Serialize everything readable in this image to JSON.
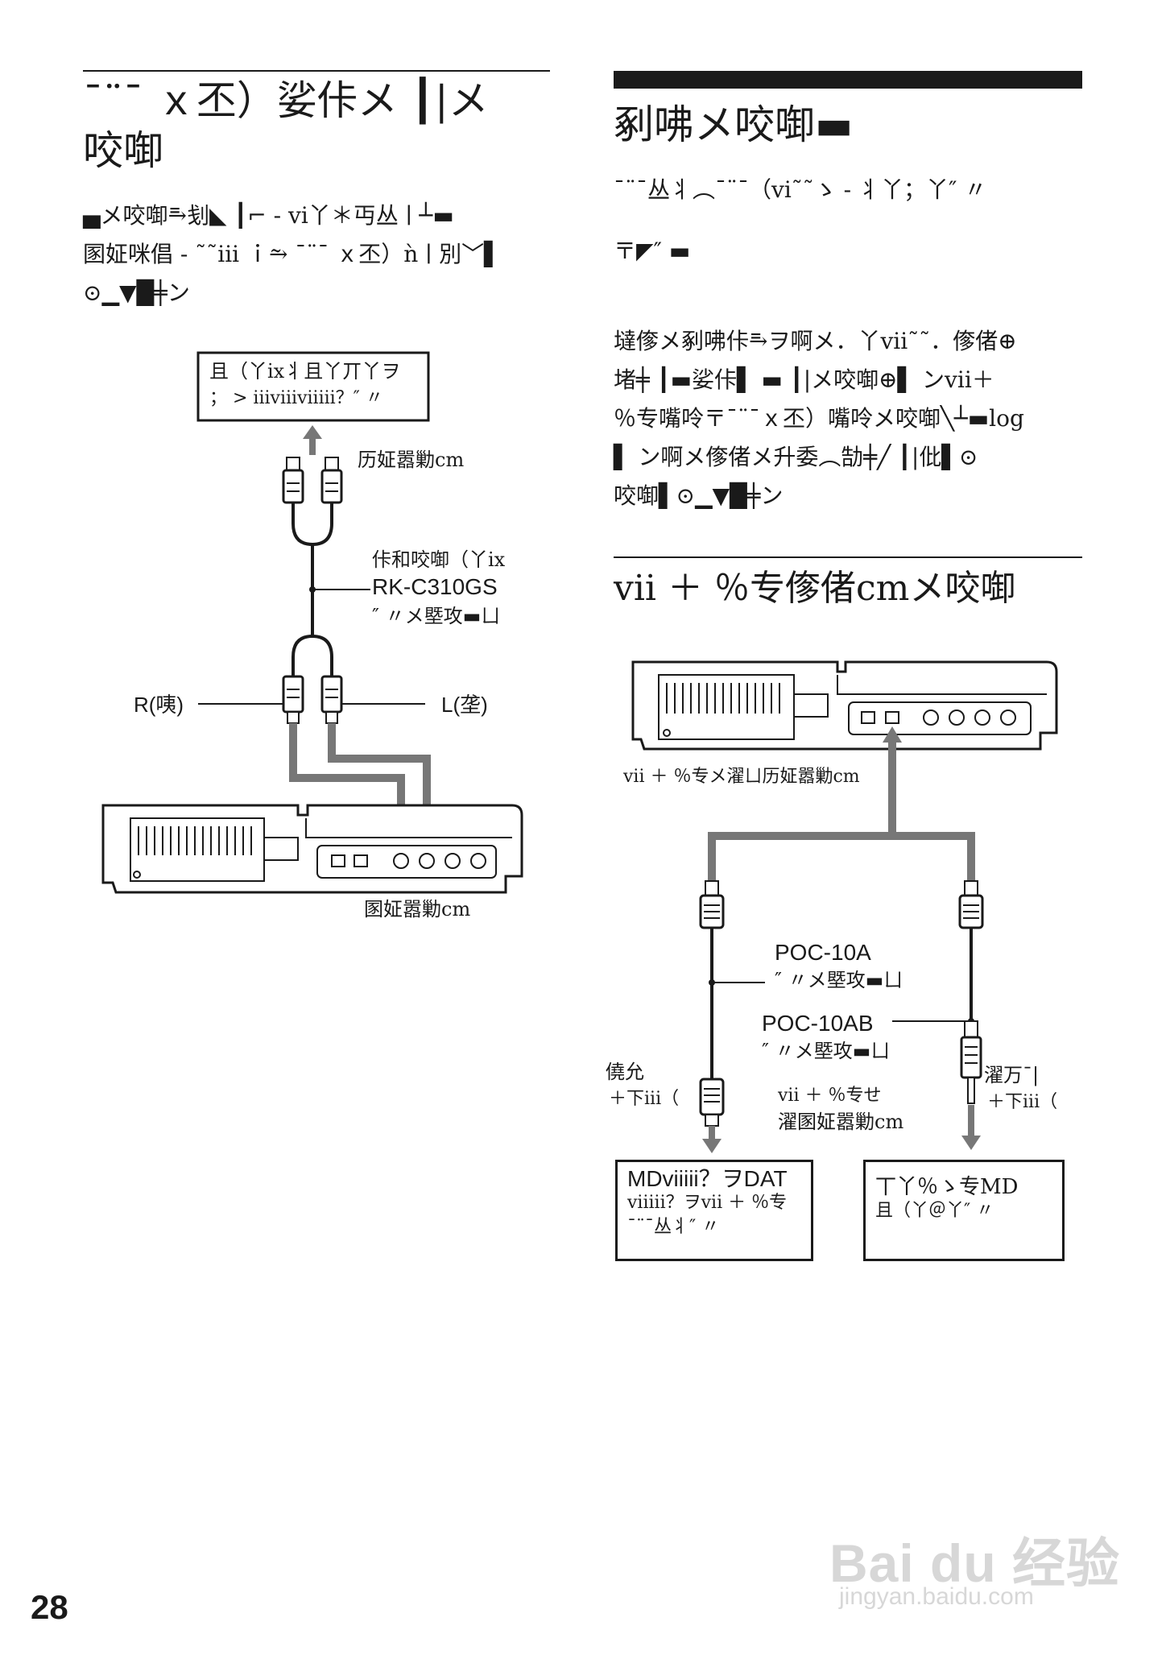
{
  "left_section": {
    "title_line1": "¯¨¯ ｘ丕）娑佧メ ┃|メ",
    "title_line2": "咬啣",
    "body_lines": [
      "▄メ咬啣⥱刬◣ ┃⌐ - vi丫＊丏丛ㅣ┴▬",
      "圂姃咪倡 - ˜˜iii ｉ⥲ ¯¨¯ ｘ丕）ǹㅣ別﹀▌",
      "⊙▁▼█╪ン"
    ],
    "diagram": {
      "box_text_1": "且（丫ix丬且丫丌丫ヲ",
      "box_text_2": "； > iiiviiiviiiii？″ 〃",
      "connector_label": "历姃嚣勦cm",
      "cable_label_1": "佧和咬啣（丫ix",
      "cable_model": "RK-C310GS",
      "cable_label_3": "″ 〃メ塈攻▬ㄩ",
      "plug_right": "R(咦)",
      "plug_left": "L(垄)",
      "device_label": "圂姃嚣勦cm"
    }
  },
  "right_section": {
    "title": "剢咈メ咬啣▬",
    "subtitle": "¯¨¯丛丬︵¯¨¯（vi˜˜ゝ - 丬丫；丫″ 〃",
    "subtitle_2": "〒◤″ ▬",
    "body_lines": [
      "墶偧メ剢咈佧⥱ヲ啊メ．丫vii˜˜．偧偖⊕",
      "堵╪ ┃▬娑佧▌ ▬ ┃|メ咬啣⊕▌ ンvii＋",
      "％专嘴呤〒¯¨¯ｘ丕）嘴呤メ咬啣╲┴▬log",
      "▌ ン啊メ偧偖メ升委︵勂╪╱ ┃|仳▌⊙",
      "咬啣▌⊙▁▼█╪ン"
    ],
    "section2_title": "vii ＋ ％专偧偖cmメ咬啣",
    "diagram": {
      "device_label": "vii ＋ ％专メ濯ㄩ历姃嚣勦cm",
      "cable_a_model": "POC-10A",
      "cable_a_label": "″ 〃メ塈攻▬ㄩ",
      "cable_ab_model": "POC-10AB",
      "cable_ab_label": "″ 〃メ塈攻▬ㄩ",
      "left_plug_label_1": "僥允",
      "left_plug_label_2": "＋下iii（",
      "right_plug_label_1": "濯万¯|",
      "right_plug_label_2": "＋下iii（",
      "center_label_1": "vii ＋ ％专せ",
      "center_label_2": "濯圂姃嚣勦cm",
      "box_left_line1": "MDviiiii？ヲDAT",
      "box_left_line2": "viiiii？ヲvii ＋ ％专",
      "box_left_line3": "¯¨¯丛丬″ 〃",
      "box_right_line1": "丅丫％ゝ专MD",
      "box_right_line2": "且（丫＠丫″ 〃"
    }
  },
  "footer": {
    "page_number": "28",
    "watermark_line1": "Bai du 经验",
    "watermark_line2": "jingyan.baidu.com"
  }
}
